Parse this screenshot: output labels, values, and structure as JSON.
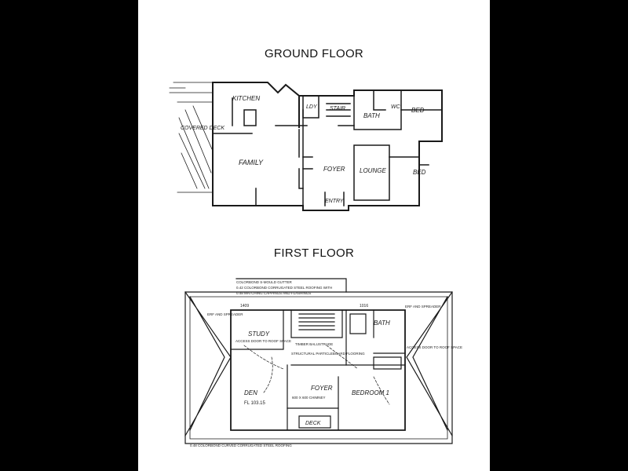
{
  "titles": {
    "ground_floor": "GROUND FLOOR",
    "first_floor": "FIRST FLOOR"
  },
  "ground_floor_rooms": {
    "kitchen": "KITCHEN",
    "ldy": "LDY",
    "stair": "STAIR",
    "bath": "BATH",
    "wc": "WC",
    "bed_1": "BED",
    "covered_deck": "COVERED DECK",
    "family": "FAMILY",
    "foyer": "FOYER",
    "lounge": "LOUNGE",
    "bed_2": "BED",
    "entry": "ENTRY"
  },
  "first_floor_rooms": {
    "study": "STUDY",
    "bath": "BATH",
    "den": "DEN",
    "den_level": "FL 103.15",
    "foyer": "FOYER",
    "bedroom": "BEDROOM 1",
    "deck": "DECK"
  },
  "first_floor_notes": {
    "roof_top": "COLORBOND S-MOULD GUTTER",
    "roof_line2": "0.42 COLORBOND CORRUGATED STEEL ROOFING WITH",
    "roof_line3": "0.48 MATCHING CAPPINGS AND FLASHINGS",
    "erf_left": "ERF AND SPREADER",
    "erf_right": "ERF AND SPREADER",
    "access_left": "ACCESS DOOR TO ROOF SPACE",
    "access_right": "ACCESS DOOR TO ROOF SPACE",
    "timber_balustrade": "TIMBER BALUSTRADE",
    "structural_floor": "STRUCTURAL PARTICLEBOARD FLOORING",
    "chimney": "600 X 600 CHIMNEY",
    "bottom_note": "0.48 COLORBOND CURVED CORRUGATED STEEL ROOFING",
    "dim_a": "1409",
    "dim_b": "1016"
  },
  "colors": {
    "page_background": "#000000",
    "sheet_background": "#ffffff",
    "linework": "#1a1a1a"
  }
}
